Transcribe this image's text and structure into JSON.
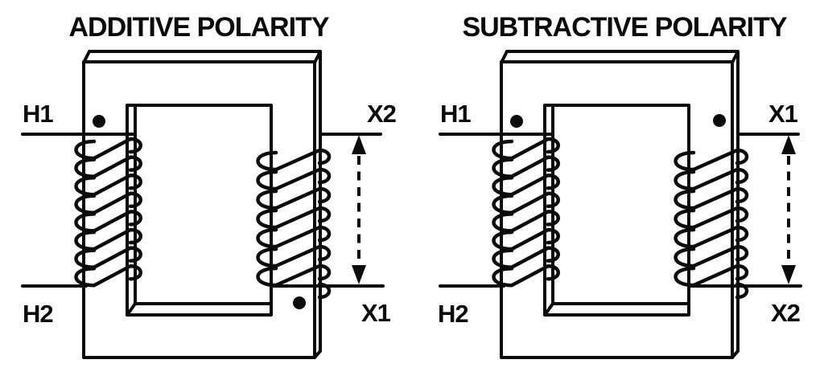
{
  "figure": {
    "background": "#ffffff",
    "line_color": "#0b0b0b",
    "diagrams": [
      {
        "title": "ADDITIVE POLARITY",
        "terminals": {
          "top_left": "H1",
          "bottom_left": "H2",
          "top_right": "X2",
          "bottom_right": "X1"
        },
        "polarity_dots": [
          "top-left near H1",
          "bottom-right near X1"
        ]
      },
      {
        "title": "SUBTRACTIVE POLARITY",
        "terminals": {
          "top_left": "H1",
          "bottom_left": "H2",
          "top_right": "X1",
          "bottom_right": "X2"
        },
        "polarity_dots": [
          "top-left near H1",
          "top-right near X1"
        ]
      }
    ]
  }
}
